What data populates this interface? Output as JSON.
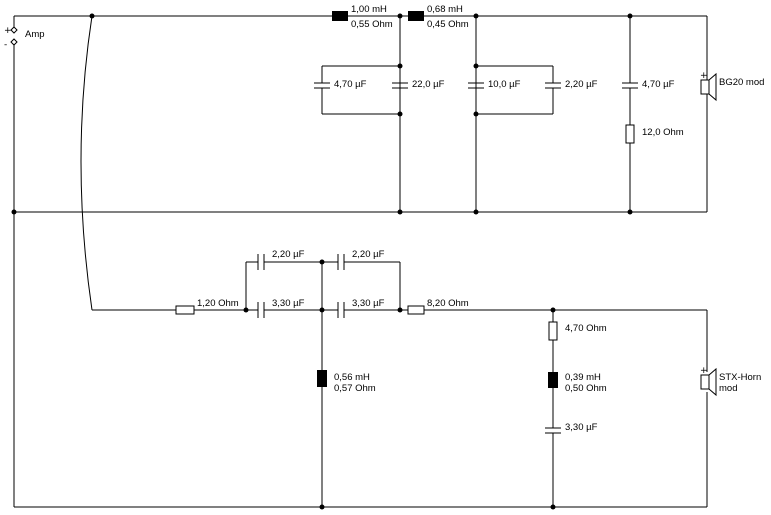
{
  "amp": {
    "label": "Amp",
    "plus": "+",
    "minus": "-"
  },
  "tweeter_path": {
    "l1": {
      "inductance": "1,00 mH",
      "resistance": "0,55 Ohm"
    },
    "l2": {
      "inductance": "0,68 mH",
      "resistance": "0,45 Ohm"
    },
    "c1": "4,70 µF",
    "c2": "22,0 µF",
    "c3": "10,0 µF",
    "c4": "2,20 µF",
    "c5": "4,70 µF",
    "r1": "12,0 Ohm",
    "speaker": {
      "name": "BG20 mod",
      "plus": "+"
    }
  },
  "horn_path": {
    "r_series": "1,20 Ohm",
    "c_top_left": "2,20 µF",
    "c_top_right": "2,20 µF",
    "c_mid_left": "3,30 µF",
    "c_mid_right": "3,30 µF",
    "r_series2": "8,20 Ohm",
    "l_shunt": {
      "inductance": "0,56 mH",
      "resistance": "0,57 Ohm"
    },
    "r_notch": "4,70 Ohm",
    "l_notch": {
      "inductance": "0,39 mH",
      "resistance": "0,50 Ohm"
    },
    "c_notch": "3,30 µF",
    "speaker": {
      "name_line1": "STX-Horn",
      "name_line2": "mod",
      "plus": "+"
    }
  }
}
